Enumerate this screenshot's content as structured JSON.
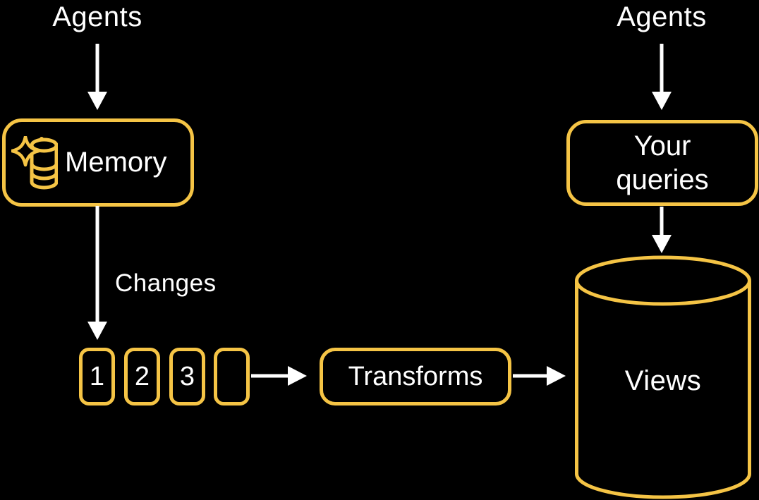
{
  "colors": {
    "background": "#000000",
    "accent": "#F5C445",
    "text": "#FFFFFF"
  },
  "left_flow": {
    "agents_label": "Agents",
    "memory_label": "Memory",
    "memory_icon": "sparkle-database-icon",
    "changes_label": "Changes",
    "queue_items": [
      "1",
      "2",
      "3",
      ""
    ]
  },
  "middle_flow": {
    "transforms_label": "Transforms"
  },
  "right_flow": {
    "agents_label": "Agents",
    "queries_line1": "Your",
    "queries_line2": "queries",
    "views_label": "Views"
  }
}
